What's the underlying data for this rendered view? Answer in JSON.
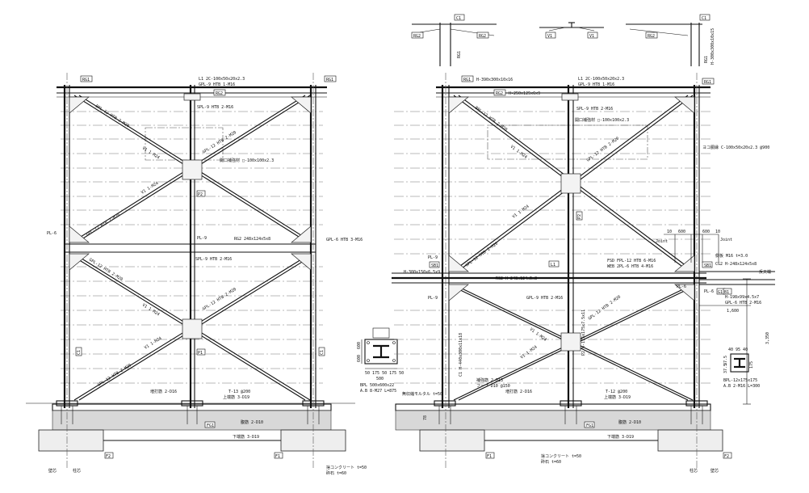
{
  "top_details": {
    "d1": {
      "col": "C1",
      "beam_left": "RG2",
      "beam_right": "RG2",
      "member": "RG1"
    },
    "d2": {
      "left": "V1",
      "right": "V1"
    },
    "d3": {
      "col": "C1",
      "beam": "RG2",
      "member": "RG1",
      "spec": "H-300x300x10x15"
    }
  },
  "left": {
    "rg1_left": "RG1",
    "rg1_right": "RG1",
    "l1": "L1 2C-100x50x20x2.3",
    "gpl9_top": "GPL-9 HTB 1-M16",
    "rg2_top": "RG2",
    "bpl12": "BPL-12 HTB 2-M20",
    "spl9_mid": "SPL-9 HTB 2-M16",
    "v1_a": "V1 1-M24",
    "gpl12_a": "GPL-12 HTB 2-M20",
    "opening": "開口補強材 □-100x100x2.3",
    "v1_b": "V1 1-M24",
    "p2": "P2",
    "gpl12_b": "GPL-12 HTB 2-M20",
    "pl6": "PL-6",
    "pl9": "PL-9",
    "rg2_mid": "RG2 248x124x5x8",
    "gpl6": "GPL-6 HTB 3-M16",
    "spl9_b": "SPL-9 HTB 2-M16",
    "gpl12_c": "GPL-12 HTB 2-M20",
    "gpl12_d": "GPL-12 HTB 2-M20",
    "v1_c": "V1 1-M24",
    "v1_d": "V1 1-M24",
    "c1_left": "C1",
    "p1": "P1",
    "c1_right": "C1",
    "gpl12_e": "GPL-12 HTB 2-M20",
    "zouda": "増打筋 2-D16",
    "t13": "T-13 @200",
    "uwaba": "上端筋 3-D19",
    "harakin": "腹筋 2-D10",
    "fg1": "FG1",
    "shitaba": "下端筋 3-D19",
    "f2": "F2",
    "f1": "F1",
    "sute": "捨コンクリート t=50",
    "saiseki": "砕石 t=60",
    "hekishin": "壁芯",
    "chushin": "柱芯"
  },
  "base_detail": {
    "dim_a": "600",
    "dim_b": "600",
    "dims_row": "50 175 50 175 50 ",
    "dim_total": "500",
    "bpl": "BPL 500x600x22",
    "ab": "A.B 8-M27 L=875"
  },
  "right": {
    "rg1": "RG1",
    "h_top": "H-390x300x10x16",
    "rg2": "RG2",
    "rg2_size": "H-250x125x6x9",
    "l1": "L1 2C-100x50x20x2.3",
    "gpl9": "GPL-9 HTB 1-M16",
    "rg1_right": "RG1",
    "bpl12": "BPL-12 HTB 2-M20",
    "spl9": "SPL-9 HTB 2-M16",
    "opening": "開口補強材 □-100x100x2.3",
    "yoko": "ヨコ胴縁 C-100x50x20x2.3 @900",
    "v1_a": "V1 1-M24",
    "gpl12_a": "GPL-12 HTB 2-M20",
    "p2": "P2",
    "v1_b": "V1 1-M24",
    "gpl12_b": "GPL-12 HTB 2-M20",
    "dim_10a": "10",
    "dim_600": "600",
    "dim_600b": "600",
    "dim_10b": "10",
    "joint_a": "Joint",
    "joint_b": "Joint",
    "pl9": "PL-9",
    "sb1": "SB1",
    "h_left": "H-300x150x6.5x9",
    "l1_mid": "L1",
    "fsd": "FSD FPL-12 HTB 6-M16",
    "web": "WEB 2PL-6 HTB 4-M16",
    "sokumen": "側板 M16 t=3.0",
    "cg2": "CG2 H-248x124x5x8",
    "hanten": "反天端",
    "sb1_b": "SB1",
    "rg2_mid": "RG2 H-248x124x5x8",
    "pl6": "PL-6",
    "pl6b": "PL-6",
    "g1": "G1",
    "b1": "B1",
    "b1_size": "H-198x99x4.5x7",
    "gpl6": "GPL-6 HTB 2-M16",
    "pl9_b": "PL-9",
    "gpl9_b": "GPL-9 HTB 2-M16",
    "c1_spec": "C1 H-440x300x11x18",
    "p2_spec": "P2 H-175x175x7.5x11",
    "dim_1600": "1,600",
    "v1_c": "V1 1-M24",
    "gpl12_c": "GPL-12 HTB 2-M20",
    "v1_d": "V1 1-M24",
    "tokusei": "補強筋 2-D13",
    "hoop": "フープ D10 @150",
    "mortar": "無収縮モルタル t=50",
    "zouda": "増打筋 2-D16",
    "t12": "T-12 @200",
    "uwaba": "上端筋 3-D19",
    "fg1": "FG1",
    "harakin": "腹筋 2-D10",
    "dim_78": "78",
    "shitaba": "下端筋 3-D19",
    "f1": "F1",
    "sute": "捨コンクリート t=50",
    "saiseki": "砕石 t=60",
    "f2": "F2",
    "chushin": "柱芯",
    "hekishin": "壁芯"
  },
  "side_detail": {
    "dims_top": "40 95 40",
    "d37_a": "37.5",
    "d37_b": "37.5",
    "d175": "175",
    "bpl": "BPL-12x175x175",
    "ab": "A.B 2-M16 L=300",
    "d3350": "3,350"
  }
}
